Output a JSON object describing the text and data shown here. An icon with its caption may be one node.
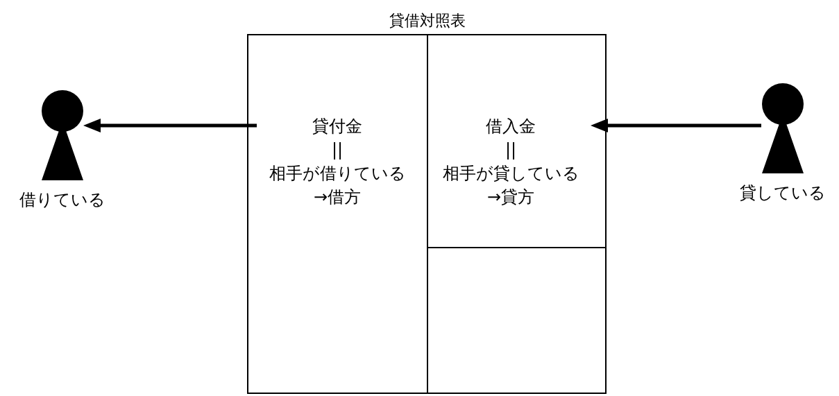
{
  "diagram": {
    "nodes": [
      {
        "text": [],
        "shape": "person",
        "beside": [
          "借りている"
        ]
      },
      {
        "text": [
          "貸借対照表"
        ]
      },
      {
        "text": [
          "貸付金",
          "||",
          "相手が借りている",
          "→借方"
        ],
        "in": 1
      },
      {
        "text": [
          "借入金",
          "||",
          "相手が貸している",
          "→貸方"
        ],
        "in": 1
      },
      {
        "text": [],
        "shape": "person",
        "beside": [
          "貸している"
        ]
      }
    ],
    "edges": [
      {
        "from": 2,
        "to": 0,
        "arrow": "to"
      },
      {
        "from": 4,
        "to": 3,
        "arrow": "to"
      }
    ]
  }
}
